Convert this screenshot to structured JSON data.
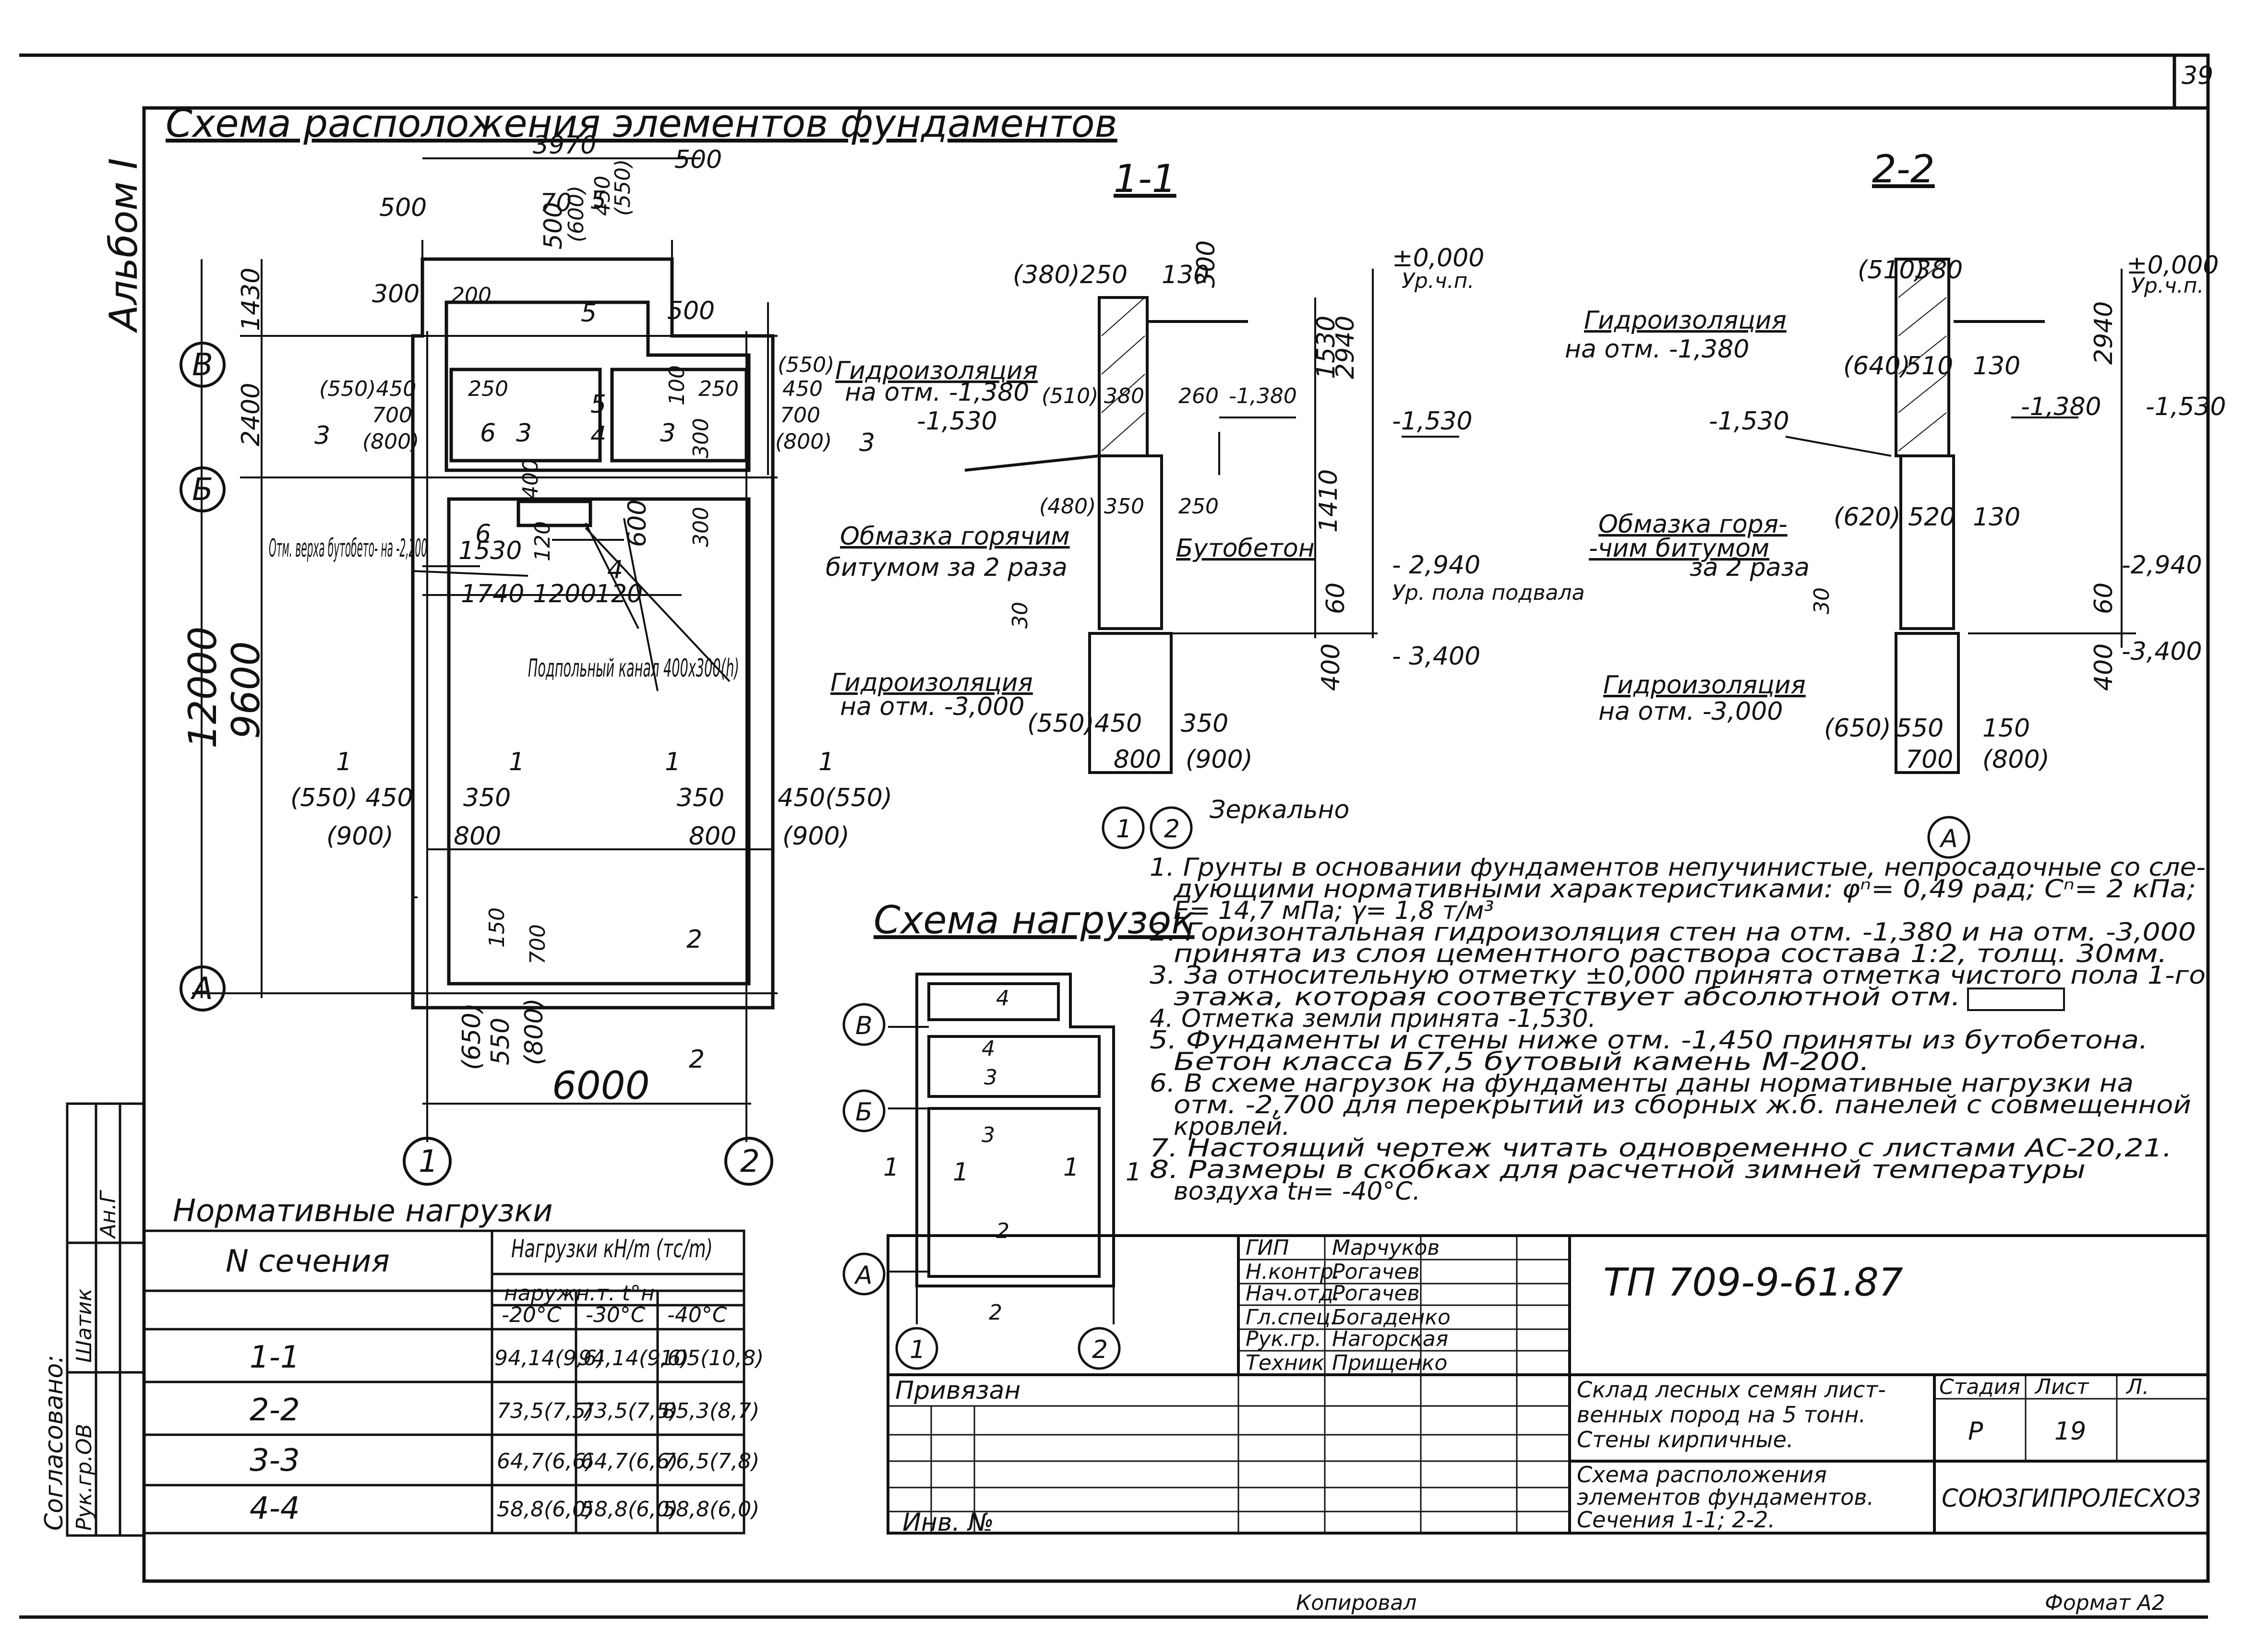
{
  "page_number": "39",
  "album": "Альбом I",
  "plan": {
    "title": "Схема расположения элементов фундаментов",
    "dims": {
      "d3970": "3970",
      "d500a": "500",
      "d500b": "500",
      "d70": "70",
      "d500c": "500",
      "d600": "(600)",
      "d450": "450",
      "d550": "(550)",
      "d300": "300",
      "d200": "200",
      "d500d": "500",
      "d1430": "1430",
      "d2400": "2400",
      "d550_450": "(550)450",
      "d250a": "250",
      "d250b": "250",
      "d100": "100",
      "d550r": "(550)",
      "d450r": "450",
      "d700l": "700",
      "d800l": "(800)",
      "d700r": "700",
      "d800r": "(800)",
      "d300b": "300",
      "d600b": "600",
      "d400": "400",
      "d120": "120",
      "d1530": "1530",
      "d1740": "1740",
      "d1200": "1200",
      "d120b": "120",
      "d4": "4",
      "d12000": "12000",
      "d9600": "9600",
      "d550_450b": "(550) 450",
      "d350a": "350",
      "d350b": "350",
      "d450_550": "450(550)",
      "d900a": "(900)",
      "d800a": "800",
      "d800b": "800",
      "d900b": "(900)",
      "d150": "150",
      "d700b": "700",
      "d650": "(650)",
      "d550b": "550",
      "d800c": "(800)",
      "d6000": "6000"
    },
    "axes": {
      "B": "В",
      "Bb": "Б",
      "A": "А",
      "ax1": "1",
      "ax2": "2"
    },
    "sections": {
      "s5a": "5",
      "s5b": "5",
      "s5c": "5",
      "s4": "4",
      "s3a": "3",
      "s3b": "3",
      "s3c": "3",
      "s3d": "3",
      "s6a": "6",
      "s6b": "6",
      "s1": "1",
      "s2": "2"
    },
    "note_top_concrete": "Отм. верха бутобето- на -2,200",
    "note_channel": "Подпольный канал 400х300(h)"
  },
  "section11": {
    "title": "1-1",
    "labels": {
      "l1": "(380)250",
      "l2": "130",
      "l3": "300",
      "l4": "±0,000",
      "l5": "Ур.ч.п.",
      "l6": "Гидроизоляция",
      "l7": "на отм. -1,380",
      "l8": "(510)",
      "l9": "380",
      "l10": "260",
      "l11": "-1,380",
      "l12": "-1,530",
      "l13": "1530",
      "l14": "2940",
      "l15": "-1,530",
      "l16": "(480)",
      "l17": "350",
      "l18": "250",
      "l19": "Обмазка горячим",
      "l20": "битумом за 2 раза",
      "l21": "Бутобетон",
      "l22": "1410",
      "l23": "- 2,940",
      "l24": "Ур. пола подвала",
      "l25": "60",
      "l26": "30",
      "l27": "400",
      "l28": "- 3,400",
      "l29": "Гидроизоляция",
      "l30": "на отм. -3,000",
      "l31": "(550)",
      "l32": "450",
      "l33": "350",
      "l34": "800",
      "l35": "(900)",
      "l36": "1",
      "l37": "2",
      "l38": "Зеркально"
    }
  },
  "section22": {
    "title": "2-2",
    "labels": {
      "m1": "(510)",
      "m2": "380",
      "m3": "±0,000",
      "m4": "Ур.ч.п.",
      "m5": "Гидроизоляция",
      "m6": "на отм. -1,380",
      "m7": "2940",
      "m8": "(640)",
      "m9": "510",
      "m10": "130",
      "m11": "-1,380",
      "m12": "-1,530",
      "m13": "-1,530",
      "m14": "Обмазка горя-",
      "m15": "-чим битумом",
      "m16": "за 2 раза",
      "m17": "(620)",
      "m18": "520",
      "m19": "130",
      "m20": "-2,940",
      "m21": "30",
      "m22": "60",
      "m23": "400",
      "m24": "-3,400",
      "m25": "Гидроизоляция",
      "m26": "на отм. -3,000",
      "m27": "(650)",
      "m28": "550",
      "m29": "150",
      "m30": "700",
      "m31": "(800)",
      "m32": "А"
    }
  },
  "notes": [
    "1. Грунты в основании фундаментов непучинистые, непросадочные со сле-",
    "дующими нормативными характеристиками: φⁿ= 0,49 рад; Cⁿ= 2 кПа;",
    "E= 14,7 мПа; γ= 1,8 т/м³",
    "2. Горизонтальная гидроизоляция стен на отм. -1,380 и на отм. -3,000",
    "принята из слоя цементного раствора состава 1:2, толщ. 30мм.",
    "3. За относительную отметку ±0,000 принята отметка чистого пола 1-го",
    "этажа, которая соответствует абсолютной отм.",
    "4. Отметка земли принята -1,530.",
    "5. Фундаменты и стены ниже отм. -1,450 приняты из бутобетона.",
    "Бетон класса Б7,5 бутовый камень М-200.",
    "6. В схеме нагрузок на фундаменты даны нормативные нагрузки на",
    "отм. -2,700 для перекрытий из сборных ж.б. панелей с совмещенной",
    "кровлей.",
    "7. Настоящий чертеж читать одновременно с листами АС-20,21.",
    "8. Размеры в скобках для расчетной зимней температуры",
    "воздуха tн= -40°С."
  ],
  "load_scheme": {
    "title": "Схема нагрузок",
    "axes": {
      "B": "В",
      "Bb": "Б",
      "A": "А",
      "ax1": "1",
      "ax2": "2"
    },
    "marks": {
      "k4a": "4",
      "k4b": "4",
      "k3a": "3",
      "k3b": "3",
      "k2a": "2",
      "k2b": "2",
      "k1a": "1",
      "k1b": "1",
      "k1c": "1",
      "k1d": "1"
    }
  },
  "loads_table": {
    "title": "Нормативные нагрузки",
    "col_section": "N сечения",
    "col_loads": "Нагрузки кН/m (тс/m)",
    "col_temp": "наружн.т. t°н",
    "temps": [
      "-20°С",
      "-30°С",
      "-40°С"
    ],
    "rows": [
      {
        "sec": "1-1",
        "v": [
          "94,14(9,6)",
          "94,14(9,6)",
          "105(10,8)"
        ]
      },
      {
        "sec": "2-2",
        "v": [
          "73,5(7,5)",
          "73,5(7,5)",
          "85,3(8,7)"
        ]
      },
      {
        "sec": "3-3",
        "v": [
          "64,7(6,6)",
          "64,7(6,6)",
          "76,5(7,8)"
        ]
      },
      {
        "sec": "4-4",
        "v": [
          "58,8(6,0)",
          "58,8(6,0)",
          "58,8(6,0)"
        ]
      }
    ]
  },
  "approvals": {
    "label": "Согласовано:",
    "r1": "Рук.гр.ОВ",
    "r2": "Шатик",
    "r3": "Ан.Г"
  },
  "stamp": {
    "people": [
      {
        "role": "ГИП",
        "name": "Марчуков"
      },
      {
        "role": "Н.контр.",
        "name": "Рогачев"
      },
      {
        "role": "Нач.отд.",
        "name": "Рогачев"
      },
      {
        "role": "Гл.спец.",
        "name": "Богаденко"
      },
      {
        "role": "Рук.гр.",
        "name": "Нагорская"
      },
      {
        "role": "Техник",
        "name": "Прищенко"
      }
    ],
    "code": "ТП 709-9-61.87",
    "tied": "Привязан",
    "inv": "Инв. №",
    "project_name": "Склад лесных семян лист- венных пород на 5 тонн. Стены кирпичные.",
    "stage_h": "Стадия",
    "sheet_h": "Лист",
    "sheets_h": "Л.",
    "stage": "Р",
    "sheet": "19",
    "sheet_title": "Схема расположения элементов фундаментов. Сечения 1-1; 2-2.",
    "org": "СОЮЗГИПРОЛЕСХОЗ"
  },
  "footer": {
    "copied": "Копировал",
    "format": "Формат А2"
  }
}
